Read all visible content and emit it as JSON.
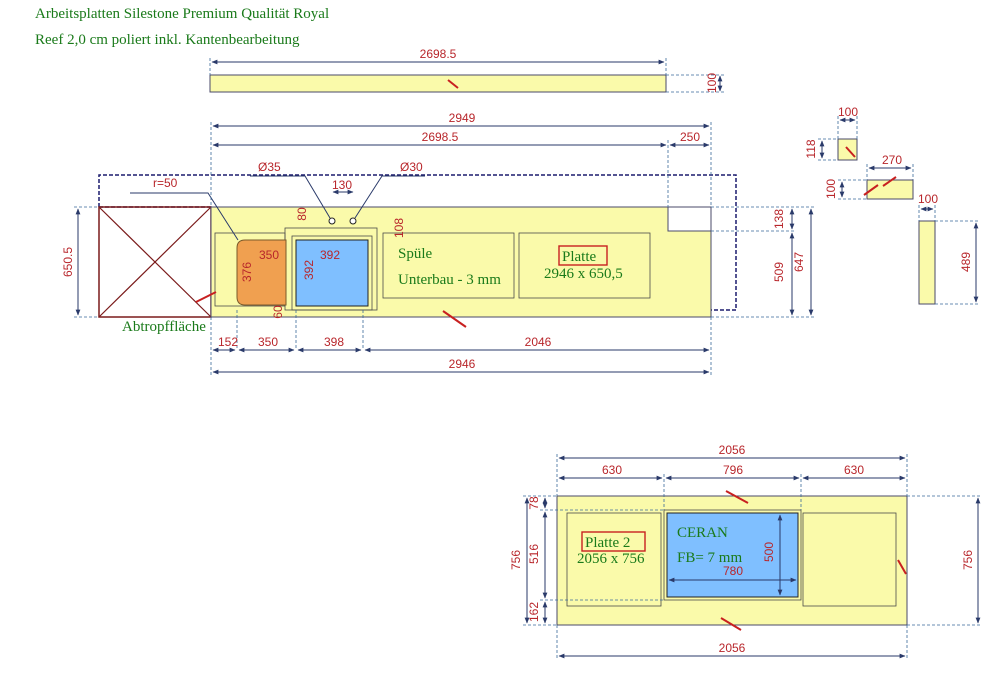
{
  "title": {
    "line1": "Arbeitsplatten Silestone Premium Qualität Royal",
    "line2": "Reef 2,0 cm poliert inkl. Kantenbearbeitung"
  },
  "strip_top": {
    "length": "2698.5",
    "depth": "100"
  },
  "main": {
    "total_top": "2949",
    "length_top": "2698.5",
    "side_250": "250",
    "radius": "r=50",
    "hole1": "Ø35",
    "hole2": "Ø30",
    "hole_spacing": "130",
    "hole_offset_80": "80",
    "dim_108": "108",
    "dim_138": "138",
    "dim_509": "509",
    "dim_647": "647",
    "dim_650": "650.5",
    "drain_width": "350",
    "drain_depth": "376",
    "sink_width": "392",
    "sink_depth": "392",
    "bottom_60": "60",
    "spuele": "Spüle",
    "unterbau": "Unterbau - 3 mm",
    "platte_label": "Platte",
    "platte_size": "2946 x 650,5",
    "abtropf": "Abtropffläche",
    "bottom_dims": [
      "152",
      "350",
      "398",
      "2046"
    ],
    "total_bottom": "2946"
  },
  "side_pieces": {
    "p1_w": "100",
    "p1_h": "118",
    "p2_w": "270",
    "p2_h": "100",
    "p3_w": "100",
    "p3_h": "489"
  },
  "platte2": {
    "total_top": "2056",
    "segments": [
      "630",
      "796",
      "630"
    ],
    "dim_78": "78",
    "dim_516": "516",
    "dim_162": "162",
    "dim_756_left": "756",
    "dim_756_right": "756",
    "ceran_label": "CERAN",
    "fb": "FB= 7 mm",
    "ceran_w": "780",
    "ceran_h": "500",
    "label": "Platte 2",
    "size": "2056 x 756",
    "total_bottom": "2056"
  }
}
